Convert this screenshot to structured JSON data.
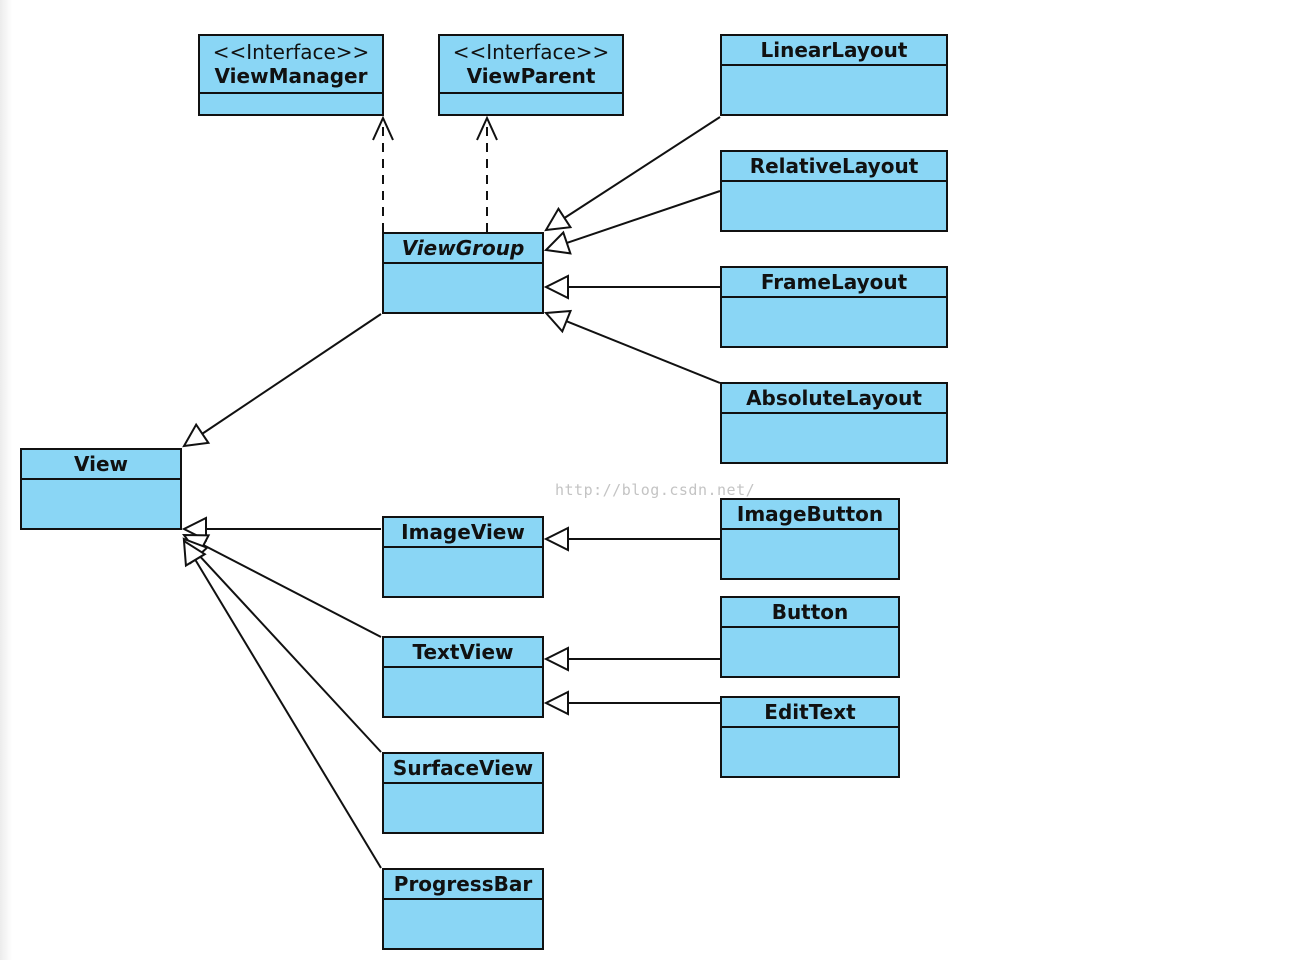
{
  "watermark": "http://blog.csdn.net/",
  "colors": {
    "box_fill": "#8ad6f5",
    "line": "#111111"
  },
  "classes": {
    "view_manager": {
      "stereotype": "<<Interface>>",
      "name": "ViewManager"
    },
    "view_parent": {
      "stereotype": "<<Interface>>",
      "name": "ViewParent"
    },
    "view_group": {
      "name": "ViewGroup",
      "abstract": true
    },
    "linear_layout": {
      "name": "LinearLayout"
    },
    "relative_layout": {
      "name": "RelativeLayout"
    },
    "frame_layout": {
      "name": "FrameLayout"
    },
    "absolute_layout": {
      "name": "AbsoluteLayout"
    },
    "view": {
      "name": "View"
    },
    "image_view": {
      "name": "ImageView"
    },
    "text_view": {
      "name": "TextView"
    },
    "surface_view": {
      "name": "SurfaceView"
    },
    "progress_bar": {
      "name": "ProgressBar"
    },
    "image_button": {
      "name": "ImageButton"
    },
    "button": {
      "name": "Button"
    },
    "edit_text": {
      "name": "EditText"
    }
  },
  "relations": [
    {
      "from": "view_group",
      "to": "view_manager",
      "kind": "realization"
    },
    {
      "from": "view_group",
      "to": "view_parent",
      "kind": "realization"
    },
    {
      "from": "linear_layout",
      "to": "view_group",
      "kind": "generalization"
    },
    {
      "from": "relative_layout",
      "to": "view_group",
      "kind": "generalization"
    },
    {
      "from": "frame_layout",
      "to": "view_group",
      "kind": "generalization"
    },
    {
      "from": "absolute_layout",
      "to": "view_group",
      "kind": "generalization"
    },
    {
      "from": "view_group",
      "to": "view",
      "kind": "generalization"
    },
    {
      "from": "image_view",
      "to": "view",
      "kind": "generalization"
    },
    {
      "from": "text_view",
      "to": "view",
      "kind": "generalization"
    },
    {
      "from": "surface_view",
      "to": "view",
      "kind": "generalization"
    },
    {
      "from": "progress_bar",
      "to": "view",
      "kind": "generalization"
    },
    {
      "from": "image_button",
      "to": "image_view",
      "kind": "generalization"
    },
    {
      "from": "button",
      "to": "text_view",
      "kind": "generalization"
    },
    {
      "from": "edit_text",
      "to": "text_view",
      "kind": "generalization"
    }
  ]
}
